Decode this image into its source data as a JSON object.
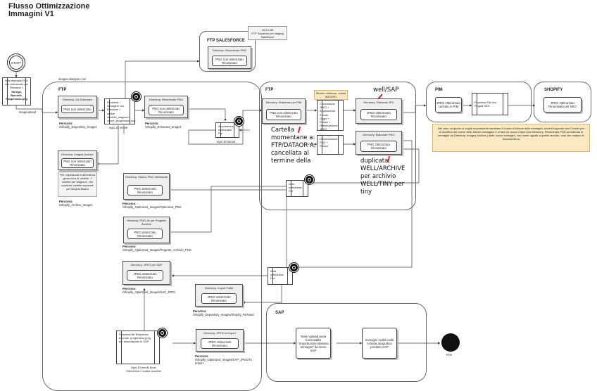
{
  "title": {
    "line1": "Flusso Ottimizzazione",
    "line2": "Immagini V1"
  },
  "start": {
    "label": "START",
    "description": "Wife deposita PNG non ottimizzato con Filename = Stringa, Barcode, Progressivo.png",
    "desc_parts": [
      "Wife deposita PNG",
      "non ottimizzato con",
      "Filename =",
      "Stringa,",
      "Barcode,",
      "Progressivo.png"
    ]
  },
  "labels": {
    "imageupload": "imageupload",
    "images_host": "images.slamjam.com"
  },
  "regions": {
    "ftp_left": "FTP",
    "ftp_sf": "FTP SALESFORCE",
    "ftp_mid": "FTP",
    "pim": "PIM",
    "shopify": "SHOPIFY",
    "sap": "SAP"
  },
  "sf_note": {
    "ip": "10.0.0.85",
    "line2": "FTP Separato per staging",
    "line3": "Salesforce"
  },
  "dirs": {
    "da_elaborare": {
      "title": "Directory: Da Elaborare",
      "file": "PNG non ottimizzato",
      "path_label": "Percorso:",
      "path": "/Shopify_Depository_Images"
    },
    "rinominato_png_sf": {
      "title": "Directory: Rinominato PNG",
      "file": "PNG non ottimizzato Rinominato"
    },
    "rinominato_png": {
      "title": "Directory: Rinominato PNG",
      "file": "PNG non ottimizzato Rinominato",
      "path_label": "Percorso:",
      "path": "/Shopify_Renamed_Images"
    },
    "images_archive": {
      "title": "Directory: Images Archive",
      "file": "PNG non ottimizzato Rinominato",
      "note": "File organizzati in alberatura gerarchica di cartelle. 1 cartella per stagione, che contiene cartelle separate per singolo Brand",
      "path_label": "Percorso:",
      "path": "/Shopify_Archive_Images"
    },
    "storico_png": {
      "title": "Directory: Storico PNG Ottimizzati",
      "file": "PNG ottimizzato Rinominato",
      "path_label": "Percorso:",
      "path": "/Shopify_Optimized_Images/Optimized_PNG"
    },
    "png_progetto": {
      "title": "Directory: PNG ott per Progetto Archivio",
      "file": "PNG ottimizzato Rinominato",
      "path_label": "Percorso:",
      "path": "/Shopify_Optimized_Images/Progetto_Archivio_PNG"
    },
    "jpeg_sap": {
      "title": "Directory: JPEG per SAP",
      "file": "JPEG ottimizzato Rinominato",
      "path_label": "Percorso:",
      "path": "/Shopify_Optimized_Images/SAP_JPEG"
    },
    "import_falliti": {
      "title": "Directory: Import Falliti",
      "file": "JPEG ottimizzato Rinominato",
      "path_label": "Percorso:",
      "path": "/Shopify_Depository_Images/Shopify_Refused"
    },
    "jpeg_import": {
      "title": "Directory: JPEG to Import",
      "file": "JPEG ottimizzato Rinominato",
      "path_label": "Percorso:",
      "path": "/Shopify_Optimized_Images/SAP_JPEG/To Import"
    },
    "elaborare_pim": {
      "title": "Directory: Elaborare per PIM",
      "file": "PNG non ottimizzato Rinominato"
    },
    "elaborati_jpg": {
      "title": "Directory: Elaborati JPG",
      "file": "JPEG Ottimizzato Rinominato"
    },
    "elaborati_png": {
      "title": "Directory: Elaborate PNG",
      "file": "PNG Ottimizzato Rinominato"
    }
  },
  "tasks": {
    "rinomina": "Rinomina immagine con Filename = codice modello_stagione-colore_progressivo.png",
    "rinomina_note": "ogni 10 minuti",
    "acquisizione": "Acquisizione schedulata File",
    "acquisizione_note": "ogni 10 minuti",
    "invio1": "Invio schedulato File",
    "invio2": "Invia schedulato File",
    "sfondo_note": "Sfondo uniforme, colore #DFDFD",
    "conversione": "Conversione JPEG + Applicazione Sfondo Grigio + Resize + Ottimizzazione JPEG",
    "ottimizzazione_png": "Ottimizzazione PNG + Resize",
    "jpeg_pim": "JPEG Ottimizzato caricato in PIM",
    "rinomina_seo": "Rinomina File con Regola SEO",
    "jpeg_seo": "JPEG Ottimizzato Rinominato per SEO",
    "rinomina_file": "Rinomina file Referenza, barcode, progressivo.jpeg per associazione in SAP",
    "rinomina_file_note": "Ogni 10 minuti Nota: Referenza = codice modello",
    "team_upload": "Team Upload avvia funzionalità \"Importazione Massiva Immagini\" da menu SAP",
    "immagini_visibili": "Immagini visibili nella scheda anagrafica prodotto SAP",
    "fine": "Fine"
  },
  "pim_note": "Nel caso un giorno si voglia nuovamente cambiare il colore di sfondo delle immagini, servirà supporto lato Cooder per la modifica del colore dello sfondo immagine e si farà un nuovo Import (da Directory: Rinominato PNG prendendo le immagini da Directory: Images Archive ) delle nuove immagini, con nome uguale a quelle vecchie, cosi che vadano in sovrascrittura",
  "handwritten": {
    "cartella": "Cartella momentane a: FTP/DATAOR A, cancellata al termine della",
    "well_sap": "well/SAP",
    "duplicata": "duplicata: WELL/ARCHIVE per archivio WELL/TINY per tiny"
  },
  "colors": {
    "note_bg": "#fbe9c4",
    "note_border": "#e4b86a",
    "red": "#e02020",
    "dark": "#111111"
  }
}
